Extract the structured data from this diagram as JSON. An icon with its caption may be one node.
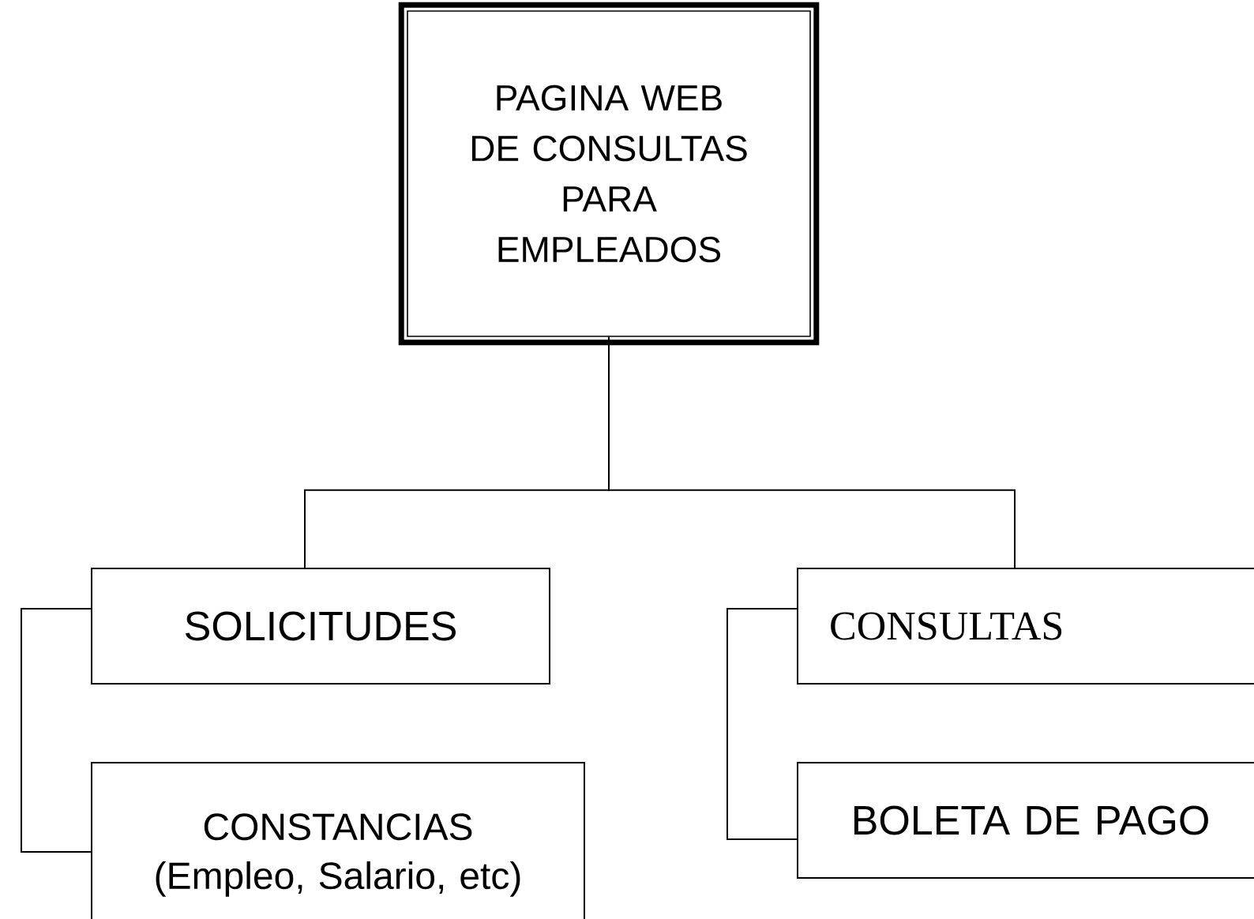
{
  "diagram": {
    "nodes": [
      {
        "text": [
          "PAGINA WEB DE CONSULTAS PARA EMPLEADOS"
        ]
      },
      {
        "text": [
          "SOLICITUDES"
        ]
      },
      {
        "text": [
          "CONSULTAS"
        ]
      },
      {
        "text": [
          "CONSTANCIAS (Empleo, Salario, etc)"
        ]
      },
      {
        "text": [
          "BOLETA DE PAGO"
        ]
      }
    ],
    "edges": [
      {
        "from": 0,
        "to": 1,
        "arrow": "none"
      },
      {
        "from": 0,
        "to": 2,
        "arrow": "none"
      },
      {
        "from": 1,
        "to": 3,
        "arrow": "none"
      },
      {
        "from": 2,
        "to": 4,
        "arrow": "none"
      }
    ]
  }
}
